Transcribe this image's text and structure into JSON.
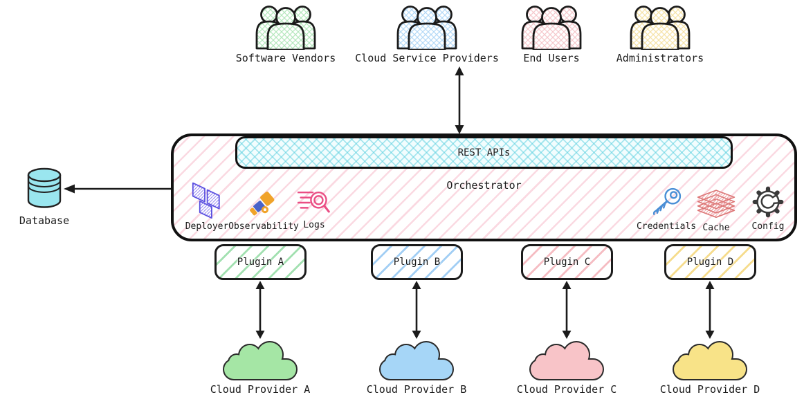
{
  "actors": [
    {
      "label": "Software Vendors",
      "hatch_color": "#b5e8bd"
    },
    {
      "label": "Cloud Service Providers",
      "hatch_color": "#b4d9f7"
    },
    {
      "label": "End Users",
      "hatch_color": "#f6c8cc"
    },
    {
      "label": "Administrators",
      "hatch_color": "#f6e3a6"
    }
  ],
  "orchestrator": {
    "label": "Orchestrator",
    "rest_apis_label": "REST APIs",
    "tools": [
      {
        "label": "Deployer",
        "icon": "terraform-icon",
        "color": "#5a4fe0"
      },
      {
        "label": "Observability",
        "icon": "telescope-icon",
        "color": "#f0a32a"
      },
      {
        "label": "Logs",
        "icon": "magnifier-lines-icon",
        "color": "#ea4e84"
      },
      {
        "label": "Credentials",
        "icon": "key-icon",
        "color": "#4a8fd6"
      },
      {
        "label": "Cache",
        "icon": "stacked-layers-icon",
        "color": "#dd7777"
      },
      {
        "label": "Config",
        "icon": "gear-wrench-icon",
        "color": "#3a3a3a"
      }
    ]
  },
  "database": {
    "label": "Database",
    "fill": "#9ae6ef"
  },
  "plugins": [
    {
      "label": "Plugin A",
      "hatch_color": "#93dfa4"
    },
    {
      "label": "Plugin B",
      "hatch_color": "#92c9f1"
    },
    {
      "label": "Plugin C",
      "hatch_color": "#f3b0b6"
    },
    {
      "label": "Plugin D",
      "hatch_color": "#f5da80"
    }
  ],
  "cloud_providers": [
    {
      "label": "Cloud Provider A",
      "fill": "#a5e6a5"
    },
    {
      "label": "Cloud Provider B",
      "fill": "#a6d6f7"
    },
    {
      "label": "Cloud Provider C",
      "fill": "#f8c4c8"
    },
    {
      "label": "Cloud Provider D",
      "fill": "#f8e388"
    }
  ],
  "colors": {
    "ink": "#1a1a1a",
    "orchestrator_hatch": "#f7bac9",
    "rest_apis_hatch": "#68d3e2"
  }
}
